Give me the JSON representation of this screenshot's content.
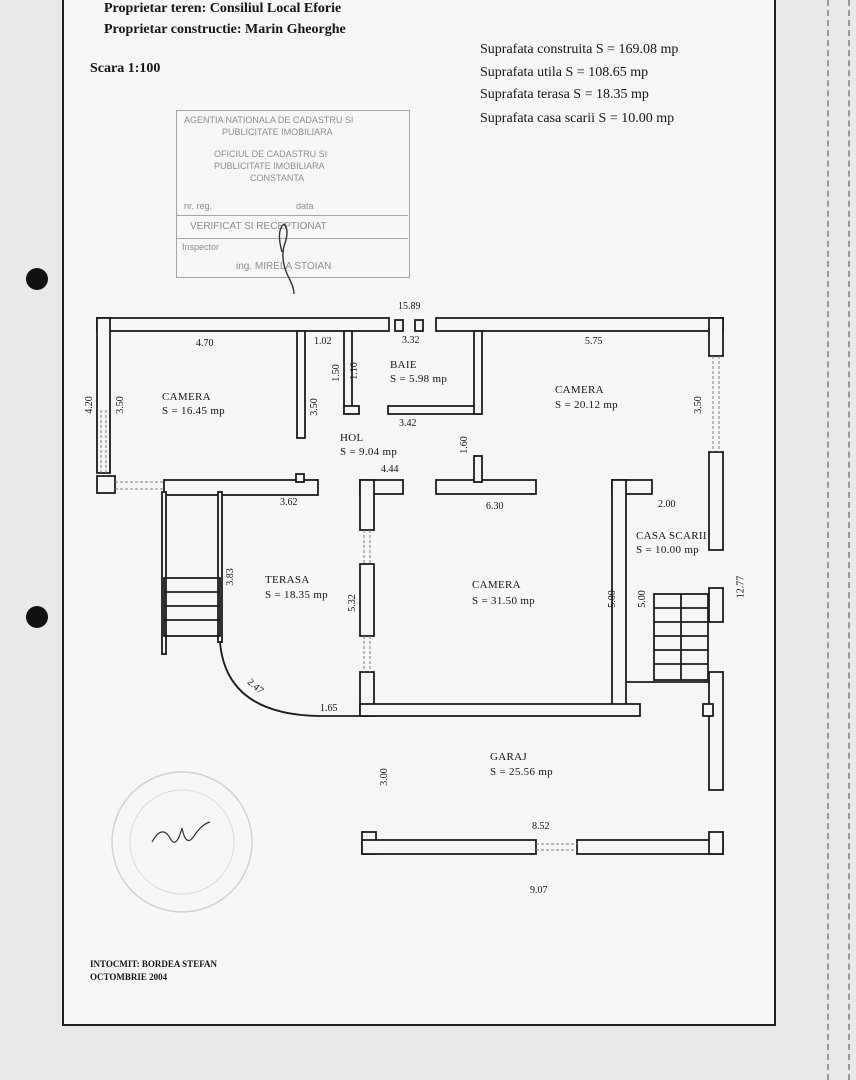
{
  "header": {
    "owner_land": "Proprietar teren: Consiliul Local Eforie",
    "owner_building": "Proprietar constructie: Marin Gheorghe",
    "scale": "Scara 1:100"
  },
  "areas": [
    "Suprafata construita  S = 169.08 mp",
    "Suprafata utila  S = 108.65 mp",
    "Suprafata terasa  S = 18.35 mp",
    "Suprafata casa scarii S = 10.00 mp"
  ],
  "stamp": {
    "agency": "AGENTIA NATIONALA DE CADASTRU SI",
    "agency2": "PUBLICITATE IMOBILIARA",
    "office": "OFICIUL DE CADASTRU SI",
    "office2": "PUBLICITATE IMOBILIARA",
    "city": "CONSTANTA",
    "nr_label": "nr. reg.",
    "date_label": "data",
    "verified": "VERIFICAT SI RECEPTIONAT",
    "inspector": "Inspector",
    "name": "ing. MIRELA STOIAN"
  },
  "rooms": [
    {
      "name": "CAMERA",
      "area": "S = 16.45 mp"
    },
    {
      "name": "BAIE",
      "area": "S = 5.98 mp"
    },
    {
      "name": "CAMERA",
      "area": "S = 20.12 mp"
    },
    {
      "name": "HOL",
      "area": "S = 9.04 mp"
    },
    {
      "name": "TERASA",
      "area": "S = 18.35 mp"
    },
    {
      "name": "CAMERA",
      "area": "S = 31.50 mp"
    },
    {
      "name": "CASA SCARII",
      "area": "S = 10.00 mp"
    },
    {
      "name": "GARAJ",
      "area": "S = 25.56 mp"
    }
  ],
  "dimensions": {
    "top_total": "15.89",
    "bath_width": "3.32",
    "left_room_width": "4.70",
    "corridor_gap": "1.02",
    "right_room_width": "5.75",
    "left_outer_height": "4.20",
    "left_room_height": "3.50",
    "bath_h1": "1.50",
    "bath_h2": "1.10",
    "left_partition_height": "3.50",
    "bath_bottom": "3.42",
    "hall_partition": "1.60",
    "hall_width": "4.44",
    "right_room_height": "3.50",
    "terrace_top": "3.62",
    "big_room_width": "6.30",
    "stair_width": "2.00",
    "terrace_height": "3.83",
    "terrace_inner_height": "5.32",
    "big_room_height": "5.00",
    "stair_height": "5.00",
    "right_total": "12.77",
    "arc_length": "2.47",
    "terrace_bottom": "1.65",
    "garage_depth": "3.00",
    "garage_width": "8.52",
    "bottom_total": "9.07"
  },
  "footer": {
    "author": "INTOCMIT: BORDEA STEFAN",
    "date": "OCTOMBRIE 2004"
  }
}
